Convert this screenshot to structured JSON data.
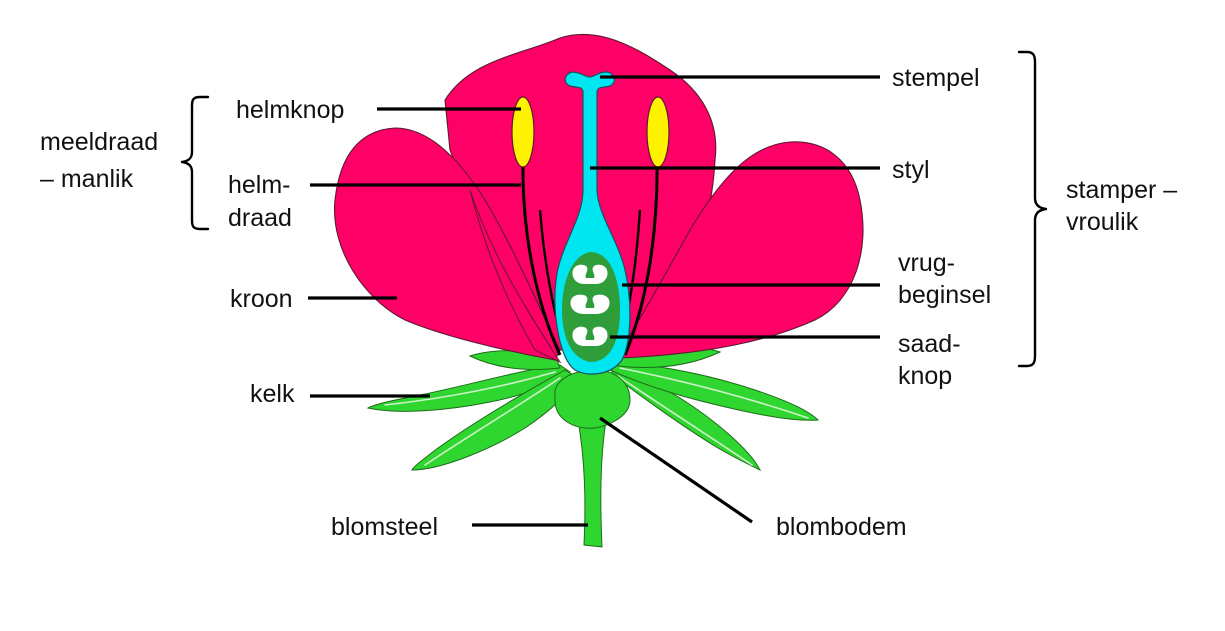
{
  "labels": {
    "helmknop": "helmknop",
    "meeldraad_line1": "meeldraad",
    "meeldraad_line2": "– manlik",
    "helmdraad_line1": "helm-",
    "helmdraad_line2": "draad",
    "kroon": "kroon",
    "kelk": "kelk",
    "blomsteel": "blomsteel",
    "stempel": "stempel",
    "styl": "styl",
    "vrugbeginsel_line1": "vrug-",
    "vrugbeginsel_line2": "beginsel",
    "saadknop_line1": "saad-",
    "saadknop_line2": "knop",
    "blombodem": "blombodem",
    "stamper_line1": "stamper –",
    "stamper_line2": "vroulik"
  },
  "colors": {
    "petal": "#ff0066",
    "sepal": "#2fd62f",
    "pistil": "#00e6f0",
    "ovary_inner": "#2f9e3a",
    "ovule": "#ffffff",
    "anther": "#fff200",
    "filament": "#000000",
    "label_text": "#111111"
  }
}
